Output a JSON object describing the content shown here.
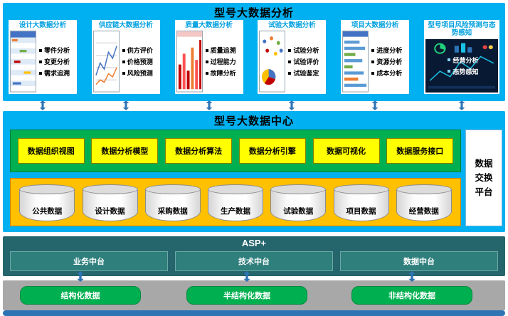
{
  "colors": {
    "band_cyan": "#00B0F0",
    "panel_title_blue": "#00A0E0",
    "capability_green": "#00B050",
    "capability_yellow": "#FFFF00",
    "datastore_orange": "#FFC000",
    "asp_teal_dark": "#25656C",
    "asp_teal_light": "#2F7F7C",
    "source_gray": "#A8A8A8",
    "source_green": "#00B050",
    "arrow_blue": "#2E74B5",
    "bottom_bar_blue": "#2E74B5"
  },
  "analysis": {
    "title": "型号大数据分析",
    "panels": [
      {
        "title": "设计大数据分析",
        "thumb": "design-table-thumbnail",
        "items": [
          "零件分析",
          "变更分析",
          "需求追溯"
        ]
      },
      {
        "title": "供应链大数据分析",
        "thumb": "supply-line-chart-thumbnail",
        "items": [
          "供方评价",
          "价格预测",
          "风险预测"
        ]
      },
      {
        "title": "质量大数据分析",
        "thumb": "quality-bars-thumbnail",
        "items": [
          "质量追溯",
          "过程能力",
          "故障分析"
        ]
      },
      {
        "title": "试验大数据分析",
        "thumb": "test-scatter-thumbnail",
        "items": [
          "试验分析",
          "试验评价",
          "试验鉴定"
        ]
      },
      {
        "title": "项目大数据分析",
        "thumb": "project-gantt-thumbnail",
        "items": [
          "进度分析",
          "资源分析",
          "成本分析"
        ]
      },
      {
        "title": "型号项目风险预测与态势感知",
        "thumb": "risk-dashboard-thumbnail",
        "items": [
          "经营分析",
          "态势感知"
        ]
      }
    ]
  },
  "center": {
    "title": "型号大数据中心",
    "capabilities": [
      "数据组织视图",
      "数据分析模型",
      "数据分析算法",
      "数据分析引擎",
      "数据可视化",
      "数据服务接口"
    ],
    "datastores": [
      "公共数据",
      "设计数据",
      "采购数据",
      "生产数据",
      "试验数据",
      "项目数据",
      "经营数据"
    ],
    "exchange_platform": {
      "label": "数据交换平台",
      "lines": [
        "数据",
        "交换",
        "平台"
      ]
    }
  },
  "asp": {
    "title": "ASP+",
    "platforms": [
      "业务中台",
      "技术中台",
      "数据中台"
    ]
  },
  "sources": [
    "结构化数据",
    "半结构化数据",
    "非结构化数据"
  ]
}
